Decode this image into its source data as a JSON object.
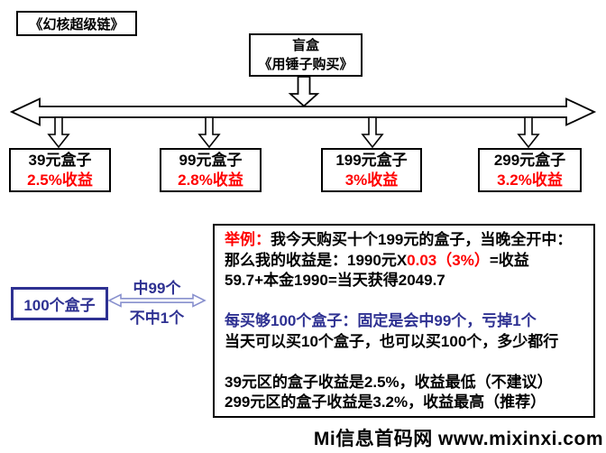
{
  "page": {
    "background": "#ffffff"
  },
  "colors": {
    "outline_black": "#000000",
    "highlight_red": "#ff0000",
    "navy_blue": "#2e3192",
    "thin_arrow_blue": "#8890ce"
  },
  "icons": {
    "down_arrow": "hollow-down-arrow",
    "horizontal_arrow": "hollow-double-headed-arrow",
    "thin_double_arrow": "thin-double-headed-arrow"
  },
  "title_box": {
    "label": "《幻核超级链》"
  },
  "blind_box": {
    "line1": "盲盒",
    "line2": "《用锤子购买》"
  },
  "price_boxes": [
    {
      "name": "39元盒子",
      "rate": "2.5%收益"
    },
    {
      "name": "99元盒子",
      "rate": "2.8%收益"
    },
    {
      "name": "199元盒子",
      "rate": "3%收益"
    },
    {
      "name": "299元盒子",
      "rate": "3.2%收益"
    }
  ],
  "hundred_box": {
    "label": "100个盒子",
    "win_label": "中99个",
    "lose_label": "不中1个"
  },
  "info_box": {
    "line1_prefix": "举例：",
    "line1_rest": "我今天购买十个199元的盒子，当晚全开中：",
    "line2_part1": "那么我的收益是：1990元X",
    "line2_red": "0.03（3%）",
    "line2_part3": "=收益",
    "line3": "59.7+本金1990=当天获得2049.7",
    "line5": "每买够100个盒子：固定是会中99个，亏掉1个",
    "line6": "当天可以买10个盒子，也可以买100个，多少都行",
    "line8": "39元区的盒子收益是2.5%，收益最低（不建议）",
    "line9": "299元区的盒子收益是3.2%，收益最高（推荐）"
  },
  "watermark": {
    "text": "Mi信息首码网  www.mixinxi.com"
  }
}
